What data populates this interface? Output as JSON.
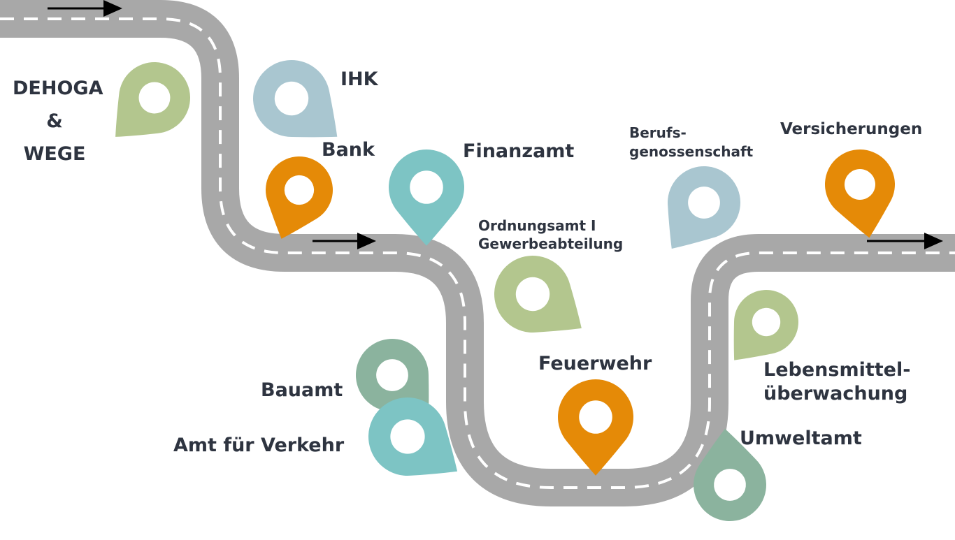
{
  "colors": {
    "road": "#a8a8a8",
    "dash": "#ffffff",
    "arrow": "#000000",
    "text": "#2e3440",
    "green": "#b3c68e",
    "lightblue": "#a9c6d0",
    "orange": "#e58a07",
    "teal": "#7dc4c4",
    "sage": "#8bb39e"
  },
  "labels": {
    "dehoga_line1": "DEHOGA",
    "dehoga_line2": "&",
    "dehoga_line3": "WEGE",
    "ihk": "IHK",
    "bank": "Bank",
    "finanzamt": "Finanzamt",
    "ordnungsamt_line1": "Ordnungsamt I",
    "ordnungsamt_line2": "Gewerbeabteilung",
    "berufs_line1": "Berufs-",
    "berufs_line2": "genossenschaft",
    "versicherungen": "Versicherungen",
    "lebensmittel_line1": "Lebensmittel-",
    "lebensmittel_line2": "überwachung",
    "feuerwehr": "Feuerwehr",
    "umweltamt": "Umweltamt",
    "bauamt": "Bauamt",
    "amt_verkehr": "Amt für Verkehr"
  },
  "pins": [
    {
      "name": "pin-dehoga",
      "color": "green",
      "icon": "map-pin-icon"
    },
    {
      "name": "pin-ihk",
      "color": "lightblue",
      "icon": "map-pin-icon"
    },
    {
      "name": "pin-bank",
      "color": "orange",
      "icon": "map-pin-icon"
    },
    {
      "name": "pin-finanzamt",
      "color": "teal",
      "icon": "map-pin-icon"
    },
    {
      "name": "pin-ordnungsamt",
      "color": "green",
      "icon": "map-pin-icon"
    },
    {
      "name": "pin-berufsgenossenschaft",
      "color": "lightblue",
      "icon": "map-pin-icon"
    },
    {
      "name": "pin-versicherungen",
      "color": "orange",
      "icon": "map-pin-icon"
    },
    {
      "name": "pin-lebensmittelueberwachung",
      "color": "green",
      "icon": "map-pin-icon"
    },
    {
      "name": "pin-feuerwehr",
      "color": "orange",
      "icon": "map-pin-icon"
    },
    {
      "name": "pin-umweltamt",
      "color": "sage",
      "icon": "map-pin-icon"
    },
    {
      "name": "pin-bauamt",
      "color": "sage",
      "icon": "map-pin-icon"
    },
    {
      "name": "pin-amt-fuer-verkehr",
      "color": "teal",
      "icon": "map-pin-icon"
    }
  ]
}
